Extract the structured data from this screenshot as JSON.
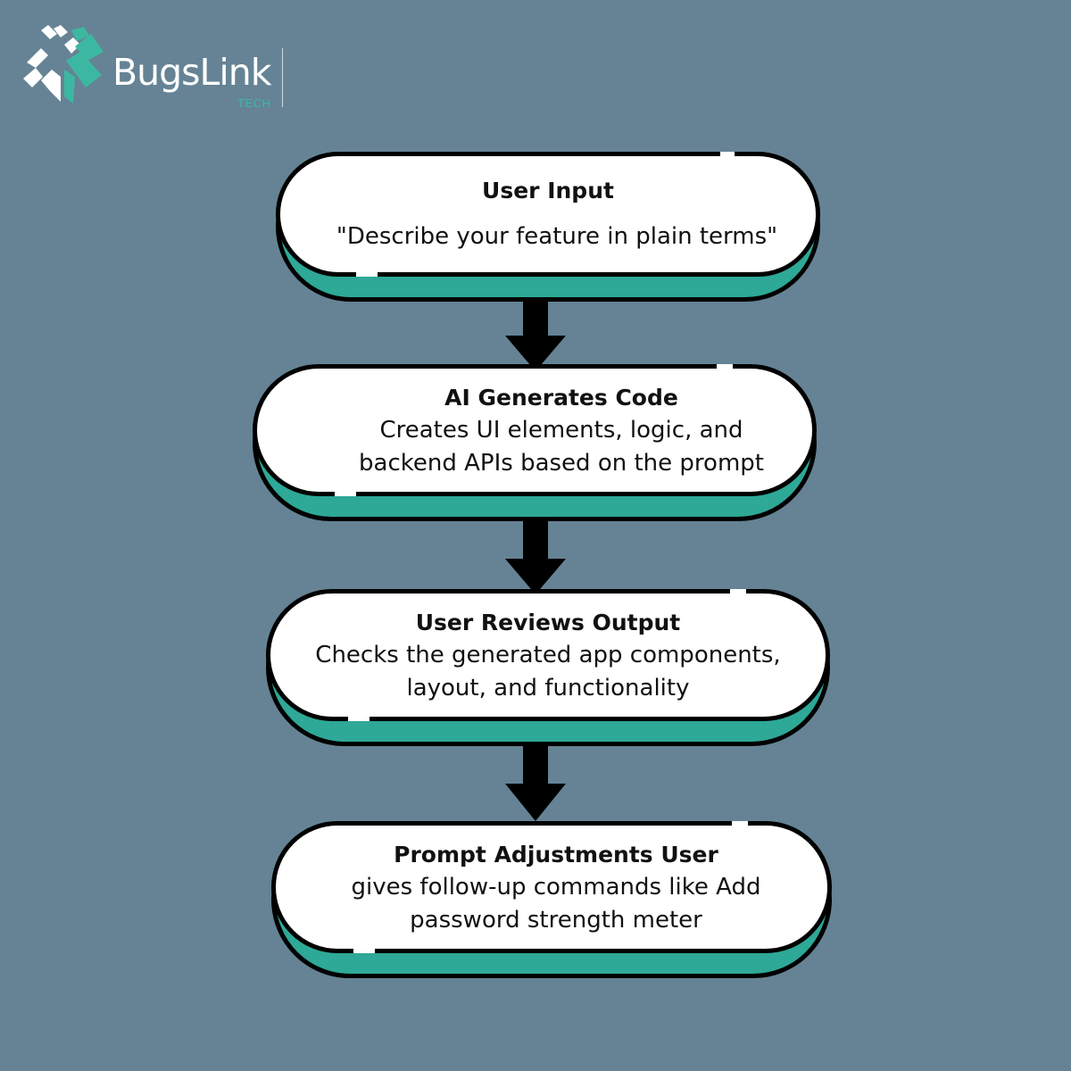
{
  "logo": {
    "brand": "BugsLink",
    "tagline": "TECH"
  },
  "colors": {
    "background": "#658395",
    "accent": "#2ea897",
    "card": "#ffffff",
    "outline": "#000000"
  },
  "steps": [
    {
      "title": "User Input",
      "description": "\"Describe your feature in plain terms\""
    },
    {
      "title": "AI Generates Code",
      "description": "Creates UI elements, logic, and\nbackend APIs based on the prompt"
    },
    {
      "title": "User Reviews Output",
      "description": "Checks the generated app components,\nlayout, and functionality"
    },
    {
      "title": "Prompt Adjustments User",
      "description": "gives follow-up commands like Add\npassword strength meter"
    }
  ]
}
